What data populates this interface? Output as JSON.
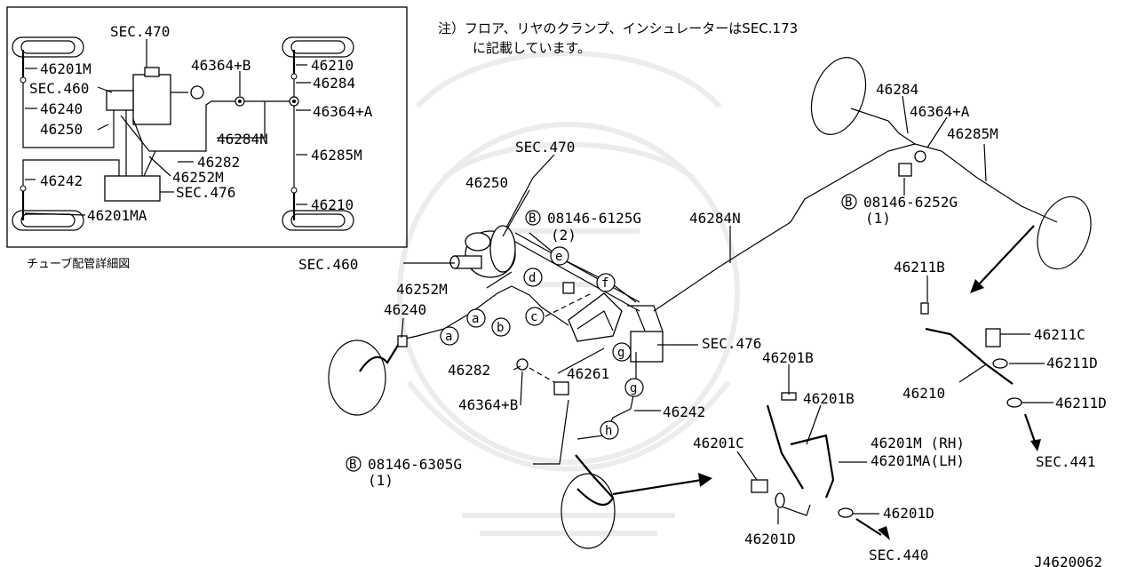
{
  "note": {
    "line1": "注）フロア、リヤのクランプ、インシュレーターはSEC.173",
    "line2": "に記載しています。"
  },
  "inset": {
    "caption": "チューブ配管詳細図",
    "labels": {
      "sec470": "SEC.470",
      "p46201m": "46201M",
      "sec460": "SEC.460",
      "p46240": "46240",
      "p46250": "46250",
      "p46242": "46242",
      "p46201ma": "46201MA",
      "p46364b": "46364+B",
      "p46210_top": "46210",
      "p46284": "46284",
      "p46364a": "46364+A",
      "p46284n": "46284N",
      "p46282": "46282",
      "p46252m": "46252M",
      "sec476": "SEC.476",
      "p46285m": "46285M",
      "p46210_bot": "46210"
    }
  },
  "main": {
    "labels": {
      "sec470": "SEC.470",
      "p46250": "46250",
      "bolt1_code": "08146-6125G",
      "bolt1_qty": "(2)",
      "p46284n": "46284N",
      "sec460": "SEC.460",
      "p46252m": "46252M",
      "p46240": "46240",
      "sec476": "SEC.476",
      "p46282": "46282",
      "p46261": "46261",
      "p46364b": "46364+B",
      "p46242": "46242",
      "bolt2_code": "08146-6305G",
      "bolt2_qty": "(1)",
      "p46284": "46284",
      "p46364a": "46364+A",
      "p46285m": "46285M",
      "bolt3_code": "08146-6252G",
      "bolt3_qty": "(1)",
      "p46211b": "46211B",
      "p46211c": "46211C",
      "p46211d_1": "46211D",
      "p46210": "46210",
      "p46211d_2": "46211D",
      "sec441": "SEC.441",
      "p46201b_1": "46201B",
      "p46201b_2": "46201B",
      "p46201c": "46201C",
      "p46201m_rh": "46201M (RH)",
      "p46201ma_lh": "46201MA(LH)",
      "p46201d_1": "46201D",
      "p46201d_2": "46201D",
      "sec440": "SEC.440",
      "diagram_id": "J4620062"
    },
    "bolt_marker": "B",
    "circle_letters": {
      "a1": "a",
      "a2": "a",
      "b": "b",
      "c": "c",
      "d": "d",
      "e": "e",
      "f": "f",
      "g1": "g",
      "g2": "g",
      "h": "h"
    }
  }
}
